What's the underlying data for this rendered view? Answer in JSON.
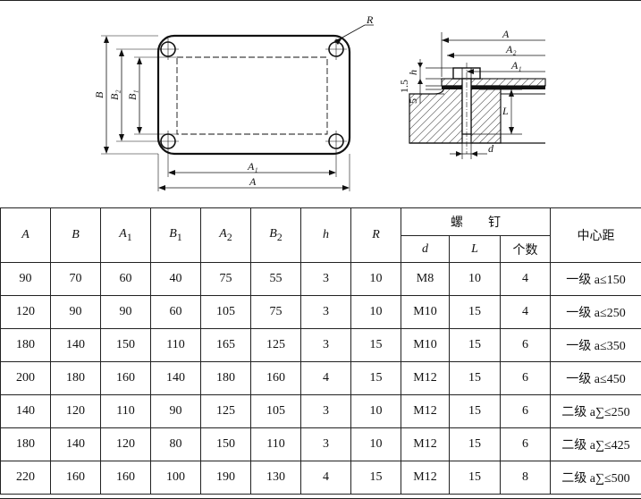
{
  "drawing": {
    "plan_labels": {
      "R": "R",
      "B": "B",
      "B2": "B₂",
      "B1": "B₁",
      "A1": "A₁",
      "A": "A"
    },
    "section_labels": {
      "A": "A",
      "A2": "A₂",
      "A1": "A₁",
      "h": "h",
      "d1_5": "1.5",
      "d5": "5",
      "L": "L",
      "d": "d"
    }
  },
  "table": {
    "headers": {
      "A": "A",
      "B": "B",
      "A1": "A",
      "A1sub": "1",
      "B1": "B",
      "B1sub": "1",
      "A2": "A",
      "A2sub": "2",
      "B2": "B",
      "B2sub": "2",
      "h": "h",
      "R": "R",
      "screw_group": "螺　　钉",
      "d": "d",
      "L": "L",
      "count": "个数",
      "center": "中心距"
    },
    "rows": [
      [
        "90",
        "70",
        "60",
        "40",
        "75",
        "55",
        "3",
        "10",
        "M8",
        "10",
        "4",
        "一级 a≤150"
      ],
      [
        "120",
        "90",
        "90",
        "60",
        "105",
        "75",
        "3",
        "10",
        "M10",
        "15",
        "4",
        "一级 a≤250"
      ],
      [
        "180",
        "140",
        "150",
        "110",
        "165",
        "125",
        "3",
        "15",
        "M10",
        "15",
        "6",
        "一级 a≤350"
      ],
      [
        "200",
        "180",
        "160",
        "140",
        "180",
        "160",
        "4",
        "15",
        "M12",
        "15",
        "6",
        "一级 a≤450"
      ],
      [
        "140",
        "120",
        "110",
        "90",
        "125",
        "105",
        "3",
        "10",
        "M12",
        "15",
        "6",
        "二级 a∑≤250"
      ],
      [
        "180",
        "140",
        "120",
        "80",
        "150",
        "110",
        "3",
        "10",
        "M12",
        "15",
        "6",
        "二级 a∑≤425"
      ],
      [
        "220",
        "160",
        "160",
        "100",
        "190",
        "130",
        "4",
        "15",
        "M12",
        "15",
        "8",
        "二级 a∑≤500"
      ]
    ]
  }
}
